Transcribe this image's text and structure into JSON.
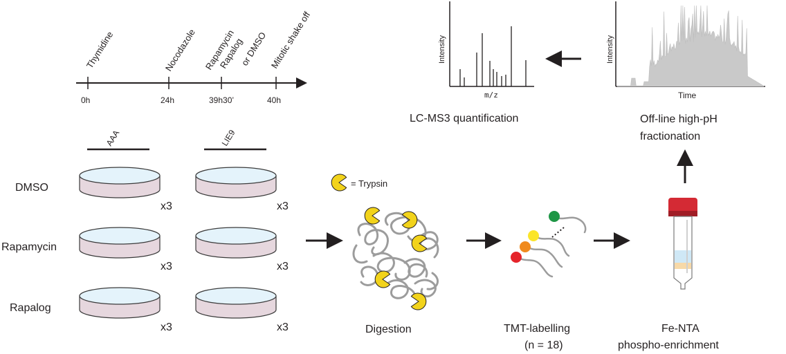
{
  "timeline": {
    "ticks": [
      "0h",
      "24h",
      "39h30’",
      "40h"
    ],
    "events": {
      "thymidine": "Thymidine",
      "nocodazole": "Nocodazole",
      "treatment_line1": "Rapamycin",
      "treatment_line2": "Rapalog",
      "treatment_line3": "or DMSO",
      "shake_off": "Mitotic shake off"
    }
  },
  "cell_lines": {
    "col1": "AAA",
    "col2": "LIE9"
  },
  "treatments": [
    "DMSO",
    "Rapamycin",
    "Rapalog"
  ],
  "replicate_label": "x3",
  "trypsin_legend": "= Trypsin",
  "steps": {
    "digestion": "Digestion",
    "tmt_line1": "TMT-labelling",
    "tmt_line2": "(n = 18)",
    "fe_nta_line1": "Fe-NTA",
    "fe_nta_line2": "phospho-enrichment",
    "fractionation_line1": "Off-line high-pH",
    "fractionation_line2": "fractionation",
    "lcms": "LC-MS3 quantification"
  },
  "plots": {
    "ms_xlabel": "m/z",
    "ms_ylabel": "Intensity",
    "chrom_xlabel": "Time",
    "chrom_ylabel": "Intensity"
  },
  "colors": {
    "ink": "#231f20",
    "trypsin": "#f2d31b",
    "dish_liquid": "#e6d7de",
    "dish_rim": "#e4f3fb",
    "dish_stroke": "#3a3a3a",
    "peptide": "#9c9c9c",
    "tmt_red": "#e5242b",
    "tmt_orange": "#f08a1e",
    "tmt_yellow": "#fbe52a",
    "tmt_green": "#1e9645",
    "cap_red": "#d42a34",
    "column_blue": "#cfe8f6",
    "column_tan": "#f7d9a8",
    "chromatogram_fill": "#c9c9c9"
  }
}
